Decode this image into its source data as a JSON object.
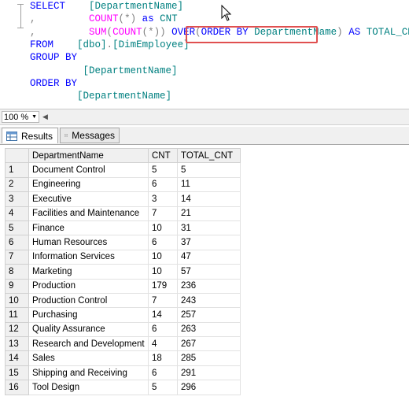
{
  "editor": {
    "lines": [
      {
        "segments": [
          {
            "t": "SELECT",
            "c": "kw"
          },
          {
            "t": "    ",
            "c": ""
          },
          {
            "t": "[DepartmentName]",
            "c": "id"
          }
        ]
      },
      {
        "segments": [
          {
            "t": ",",
            "c": "gr"
          },
          {
            "t": "         ",
            "c": ""
          },
          {
            "t": "COUNT",
            "c": "fn"
          },
          {
            "t": "(",
            "c": "gr"
          },
          {
            "t": "*",
            "c": "gr"
          },
          {
            "t": ")",
            "c": "gr"
          },
          {
            "t": " as ",
            "c": "kw"
          },
          {
            "t": "CNT",
            "c": "id"
          }
        ]
      },
      {
        "segments": [
          {
            "t": ",",
            "c": "gr"
          },
          {
            "t": "         ",
            "c": ""
          },
          {
            "t": "SUM",
            "c": "fn"
          },
          {
            "t": "(",
            "c": "gr"
          },
          {
            "t": "COUNT",
            "c": "fn"
          },
          {
            "t": "(*))",
            "c": "gr"
          },
          {
            "t": " OVER",
            "c": "kw"
          },
          {
            "t": "(",
            "c": "gr"
          },
          {
            "t": "ORDER BY ",
            "c": "kw"
          },
          {
            "t": "DepartmentName",
            "c": "id"
          },
          {
            "t": ")",
            "c": "gr"
          },
          {
            "t": " AS ",
            "c": "kw"
          },
          {
            "t": "TOTAL_CNT",
            "c": "id"
          }
        ]
      },
      {
        "segments": [
          {
            "t": "FROM",
            "c": "kw"
          },
          {
            "t": "    ",
            "c": ""
          },
          {
            "t": "[dbo]",
            "c": "id"
          },
          {
            "t": ".",
            "c": "gr"
          },
          {
            "t": "[DimEmployee]",
            "c": "id"
          }
        ]
      },
      {
        "segments": [
          {
            "t": "GROUP BY",
            "c": "kw"
          }
        ]
      },
      {
        "segments": [
          {
            "t": "         ",
            "c": ""
          },
          {
            "t": "[DepartmentName]",
            "c": "id"
          }
        ]
      },
      {
        "segments": [
          {
            "t": "ORDER BY",
            "c": "kw"
          }
        ]
      },
      {
        "segments": [
          {
            "t": "        ",
            "c": ""
          },
          {
            "t": "[DepartmentName]",
            "c": "id"
          }
        ]
      }
    ]
  },
  "zoom": {
    "value": "100 %"
  },
  "tabs": {
    "results": "Results",
    "messages": "Messages"
  },
  "grid": {
    "columns": [
      "DepartmentName",
      "CNT",
      "TOTAL_CNT"
    ],
    "rows": [
      {
        "n": "1",
        "dept": "Document Control",
        "cnt": "5",
        "tot": "5"
      },
      {
        "n": "2",
        "dept": "Engineering",
        "cnt": "6",
        "tot": "11"
      },
      {
        "n": "3",
        "dept": "Executive",
        "cnt": "3",
        "tot": "14"
      },
      {
        "n": "4",
        "dept": "Facilities and Maintenance",
        "cnt": "7",
        "tot": "21"
      },
      {
        "n": "5",
        "dept": "Finance",
        "cnt": "10",
        "tot": "31"
      },
      {
        "n": "6",
        "dept": "Human Resources",
        "cnt": "6",
        "tot": "37"
      },
      {
        "n": "7",
        "dept": "Information Services",
        "cnt": "10",
        "tot": "47"
      },
      {
        "n": "8",
        "dept": "Marketing",
        "cnt": "10",
        "tot": "57"
      },
      {
        "n": "9",
        "dept": "Production",
        "cnt": "179",
        "tot": "236"
      },
      {
        "n": "10",
        "dept": "Production Control",
        "cnt": "7",
        "tot": "243"
      },
      {
        "n": "11",
        "dept": "Purchasing",
        "cnt": "14",
        "tot": "257"
      },
      {
        "n": "12",
        "dept": "Quality Assurance",
        "cnt": "6",
        "tot": "263"
      },
      {
        "n": "13",
        "dept": "Research and Development",
        "cnt": "4",
        "tot": "267"
      },
      {
        "n": "14",
        "dept": "Sales",
        "cnt": "18",
        "tot": "285"
      },
      {
        "n": "15",
        "dept": "Shipping and Receiving",
        "cnt": "6",
        "tot": "291"
      },
      {
        "n": "16",
        "dept": "Tool Design",
        "cnt": "5",
        "tot": "296"
      }
    ]
  },
  "colors": {
    "highlight_box": "#e05050",
    "keyword": "#0000ff",
    "function": "#ff00ff",
    "identifier": "#008080"
  },
  "icons": {
    "results": "grid-icon",
    "messages": "message-icon",
    "cursor": "mouse-pointer-icon"
  }
}
